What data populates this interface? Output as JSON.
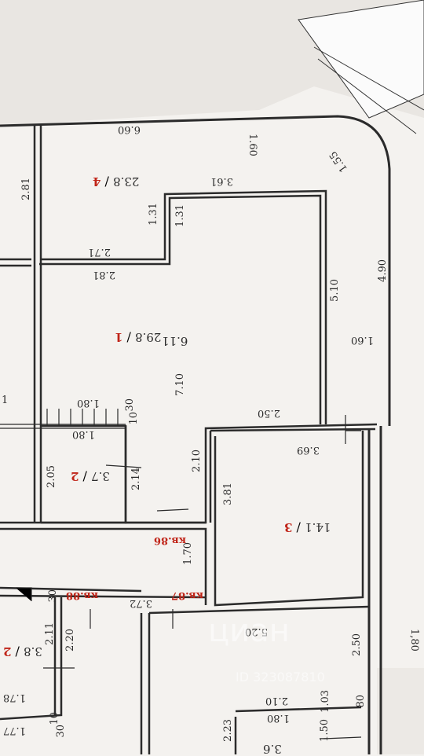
{
  "dims": {
    "d660": "6.60",
    "d160a": "1.60",
    "d155": "1.55",
    "d281a": "2.81",
    "d361": "3.61",
    "d131a": "1.31",
    "d131b": "1.31",
    "d271": "2.71",
    "d281b": "2.81",
    "d490": "4.90",
    "d510": "5.10",
    "d160b": "1.60",
    "d611": "6.11",
    "d710": "7.10",
    "d180a": "1.80",
    "d30a": "30",
    "d10a": "10",
    "d180b": "1.80",
    "d250a": "2.50",
    "d369": "3.69",
    "d205": "2.05",
    "d214": "2.14",
    "d210a": "2.10",
    "d381": "3.81",
    "d170": "1.70",
    "d372": "3.72",
    "d30b": "30",
    "d211": "2.11",
    "d220": "2.20",
    "d520": "5.20",
    "d250b": "2.50",
    "d178": "1.78",
    "d177": "1.77",
    "d10b": "10",
    "d30c": "30",
    "d210b": "2.10",
    "d103": "1.03",
    "d180c": "1.80",
    "d150": "1.50",
    "d223": "2.23",
    "d80": "80",
    "d1": "1",
    "d180edge": "1,80"
  },
  "rooms": {
    "r4_num": "4",
    "r4_area": "23.8",
    "r1_num": "1",
    "r1_area": "29.8",
    "r2a_num": "2",
    "r2a_area": "3.7",
    "r3_num": "3",
    "r3_area": "14.1",
    "r2b_num": "2",
    "r2b_area": "3.8",
    "r36_area": "3.6"
  },
  "apartments": {
    "kv86": "кв.86",
    "kv87": "кв.87",
    "kv88": "кв.88"
  },
  "watermark": {
    "brand": "циан",
    "id_text": "ID 323087810"
  },
  "colors": {
    "paper": "#f4f2ef",
    "wall": "#2b2b2b",
    "label_red": "#c02418",
    "watermark": "#ffffff"
  }
}
